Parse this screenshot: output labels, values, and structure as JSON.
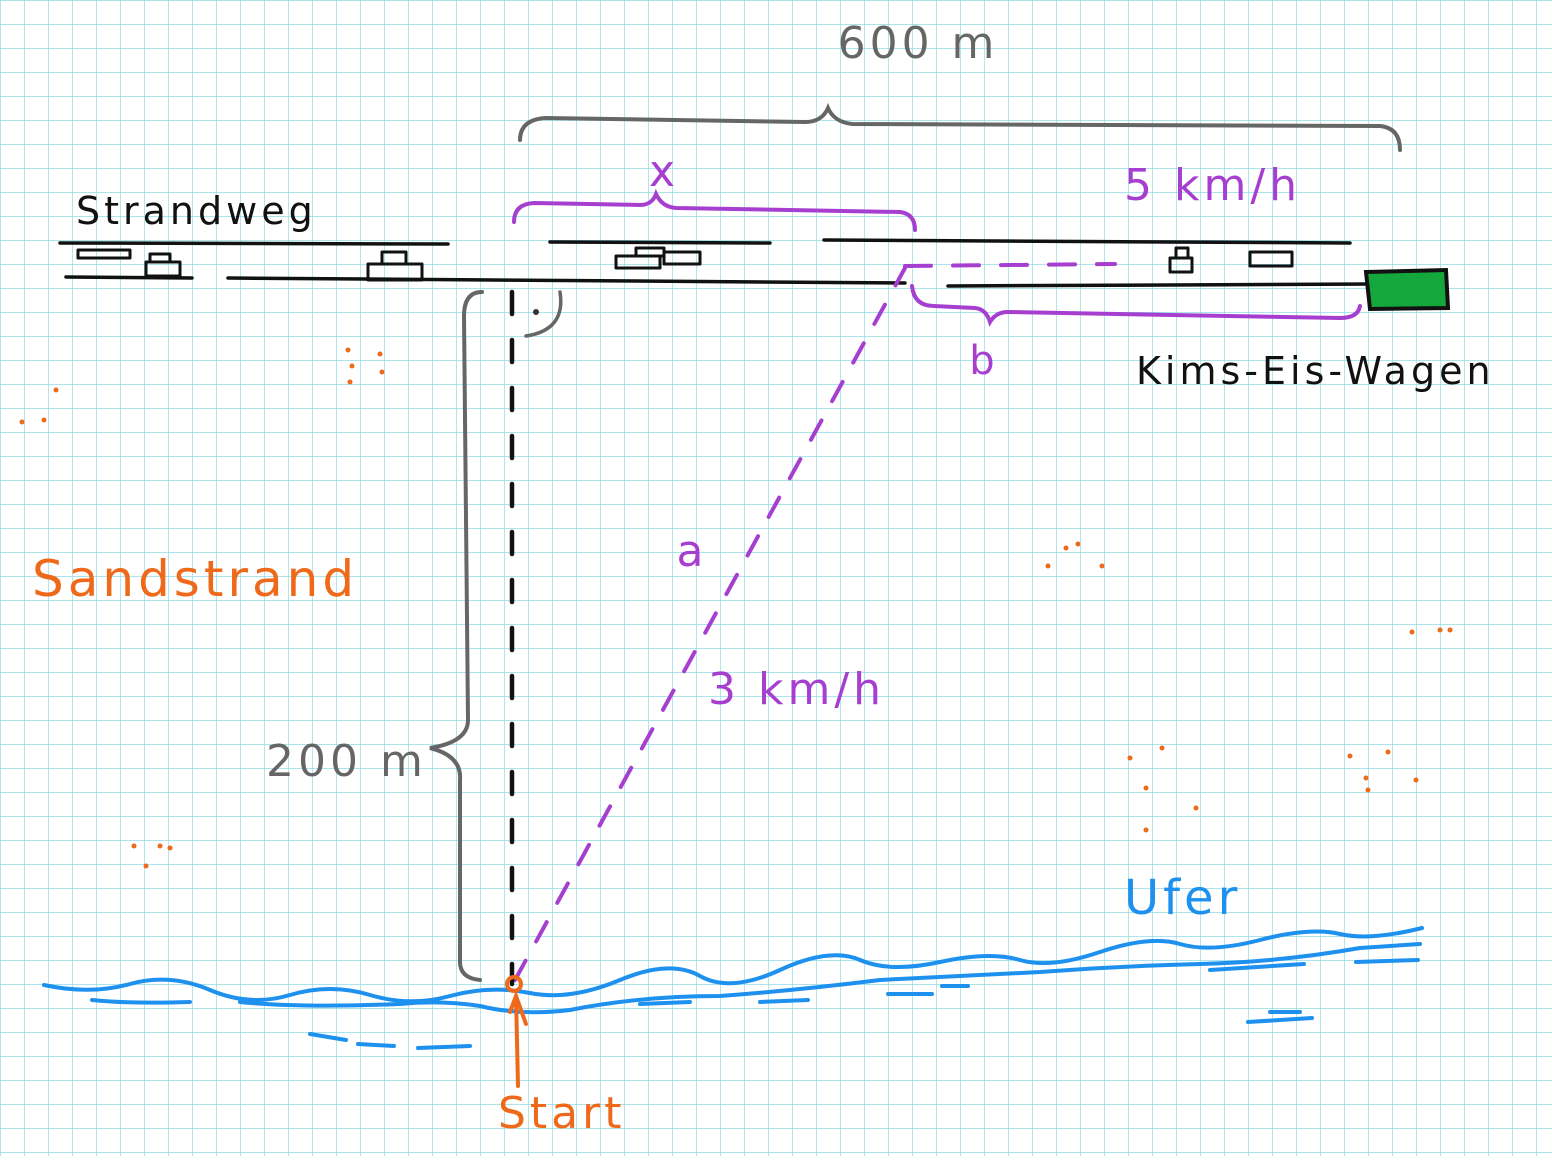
{
  "labels": {
    "total_distance": "600 m",
    "road": "Strandweg",
    "x": "x",
    "speed_road": "5 km/h",
    "b": "b",
    "cart": "Kims-Eis-Wagen",
    "beach": "Sandstrand",
    "a": "a",
    "speed_beach": "3 km/h",
    "depth": "200 m",
    "shore": "Ufer",
    "start": "Start",
    "right_angle": "."
  },
  "colors": {
    "grid": "#8fdbe6",
    "purple": "#a63fd0",
    "orange": "#ee6a1a",
    "gray": "#666666",
    "blue": "#1e90ee",
    "black": "#111111",
    "cart": "#14a83c"
  },
  "icons": {
    "cart": "green-rectangle",
    "person": "stick-figure",
    "cars": "car-sketch"
  }
}
